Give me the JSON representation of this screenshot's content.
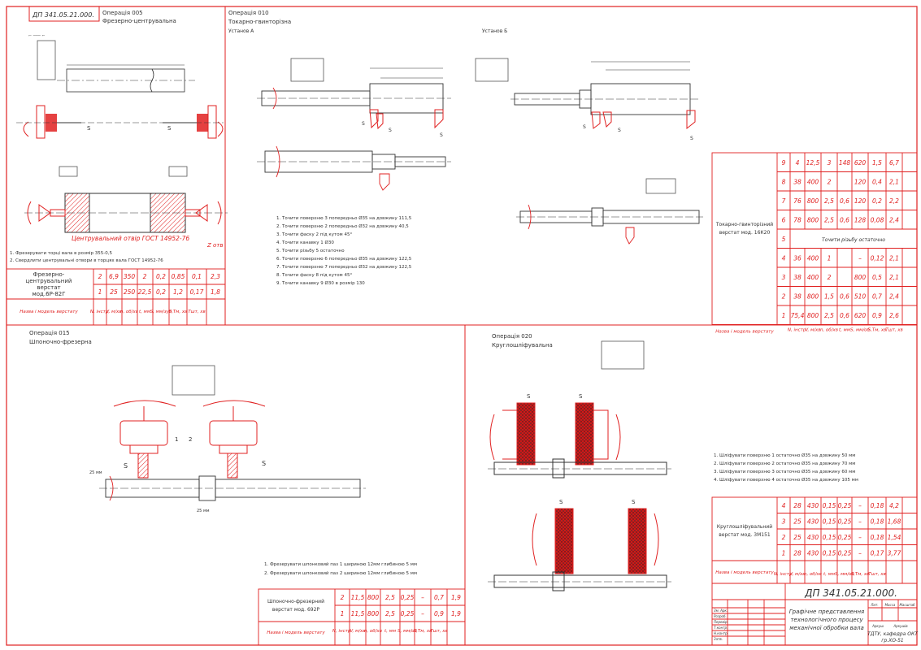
{
  "sheet": {
    "code": "ДП 341.05.21.000.",
    "title_lines": [
      "Графічне представлення",
      "технологічного процесу",
      "механічної обробки вала"
    ],
    "org_lines": [
      "ТДТУ, кафедра ОКТ",
      "гр.ХО-51"
    ],
    "stamp_small": [
      "Лит.",
      "Масса",
      "Масштаб"
    ],
    "stamp_rows": [
      "Зм. Арк.",
      "Розроб.",
      "Перевір.",
      "Т.контр.",
      "Н.контр.",
      "Затв."
    ],
    "stamp_sheet": [
      "Аркуш",
      "Аркушів"
    ],
    "corner_label": "ДП 341.05.21.000."
  },
  "op1": {
    "label": "Операція 005",
    "name": "Фрезерно-центрувальна",
    "note_centre": "Центрувальний отвір ГОСТ 14952-76",
    "steps": [
      "1. Фрезерувати торці вала в розмір 355-0,5",
      "2. Свердлити центрувальні отвори в торцях вала ГОСТ 14952-76"
    ],
    "machine": [
      "Фрезерно-",
      "центрувальний",
      "верстат",
      "мод.6Р-82Г"
    ],
    "header": [
      "Назва і модель верстату",
      "N, інстр.",
      "V, м/хв",
      "n, об/хв",
      "t, мм",
      "S, мм/зуб",
      "S,Тм, хв",
      "Тшт, хв"
    ],
    "rows": [
      [
        "2",
        "6,9",
        "350",
        "2",
        "0,2",
        "0,85",
        "0,1",
        "2,3"
      ],
      [
        "1",
        "25",
        "250",
        "22,5",
        "0,2",
        "1,2",
        "0,17",
        "1,8"
      ]
    ],
    "z_label": "Z отв"
  },
  "op2": {
    "label": "Операція 010",
    "name": "Токарно-гвинторізна",
    "install_a": "Установ А",
    "install_b": "Установ Б",
    "steps": [
      "1. Точити поверхню 3 попередньо Ø35 на довжину 111,5",
      "2. Точити поверхню 2 попередньо Ø32 на довжину 40,5",
      "3. Точити фаску 2 під кутом 45°",
      "4. Точити канавку 1 Ø30",
      "5. Точити різьбу 5 остаточно",
      "6. Точити поверхню 6 попередньо Ø35 на довжину 122,5",
      "7. Точити поверхню 7 попередньо Ø32 на довжину 122,5",
      "8. Точити фаску 8 під кутом 45°",
      "9. Точити канавку 9 Ø30 в розмір 130"
    ],
    "machine": [
      "Токарно-гвинторізний",
      "верстат мод. 16К20"
    ],
    "header": [
      "Назва і модель верстату",
      "N, інстр.",
      "V, м/хв",
      "n, об/хв",
      "t, мм",
      "S, мм/об",
      "S,Тм, хв",
      "Тшт, хв"
    ],
    "rows": [
      [
        "9",
        "4",
        "12,5",
        "3",
        "148",
        "620",
        "1,5",
        "6,7"
      ],
      [
        "8",
        "38",
        "400",
        "2",
        "",
        "120",
        "0,4",
        "2,1"
      ],
      [
        "7",
        "76",
        "800",
        "2,5",
        "0,6",
        "120",
        "0,2",
        "2,2"
      ],
      [
        "6",
        "78",
        "800",
        "2,5",
        "0,6",
        "128",
        "0,08",
        "2,4"
      ],
      [
        "5",
        "Точити різьбу остаточно",
        "",
        "",
        "",
        "",
        "",
        ""
      ],
      [
        "4",
        "36",
        "400",
        "1",
        "",
        "–",
        "0,12",
        "2,1"
      ],
      [
        "3",
        "38",
        "400",
        "2",
        "",
        "800",
        "0,5",
        "2,1"
      ],
      [
        "2",
        "38",
        "800",
        "1,5",
        "0,6",
        "510",
        "0,7",
        "2,4"
      ],
      [
        "1",
        "75,4",
        "800",
        "2,5",
        "0,6",
        "620",
        "0,9",
        "2,6"
      ]
    ]
  },
  "op3": {
    "label": "Операція 015",
    "name": "Шпоночно-фрезерна",
    "steps": [
      "1. Фрезерувати шпонковий паз 1 шириною 12мм глибиною 5 мм",
      "2. Фрезерувати шпонковий паз 2 шириною 12мм глибиною 5 мм"
    ],
    "machine": [
      "Шпоночно-фрезерний",
      "верстат мод. 692Р"
    ],
    "header": [
      "Назва і модель верстату",
      "N, інстр.",
      "V, м/хв",
      "n, об/хв",
      "t, мм",
      "S, мм/об",
      "S,Тм, хв",
      "Тшт, хв"
    ],
    "rows": [
      [
        "2",
        "11,5",
        "800",
        "2,5",
        "0,25",
        "–",
        "0,7",
        "1,9"
      ],
      [
        "1",
        "11,5",
        "800",
        "2,5",
        "0,25",
        "–",
        "0,9",
        "1,9"
      ]
    ]
  },
  "op4": {
    "label": "Операція 020",
    "name": "Круглошліфувальна",
    "steps": [
      "1. Шліфувати поверхню 1 остаточно Ø35 на довжину 50 мм",
      "2. Шліфувати поверхню 2 остаточно Ø35 на довжину 70 мм",
      "3. Шліфувати поверхню 3 остаточно Ø35 на довжину 60 мм",
      "4. Шліфувати поверхню 4 остаточно Ø35 на довжину 105 мм"
    ],
    "machine": [
      "Круглошліфувальний",
      "верстат мод. 3М151"
    ],
    "header": [
      "Назва і модель верстату",
      "N, інстр.",
      "V, м/хв",
      "n, об/хв",
      "t, мм",
      "S, мм/об",
      "S,Тм, хв",
      "Тшт, хв"
    ],
    "rows": [
      [
        "4",
        "28",
        "430",
        "0,15",
        "0,25",
        "–",
        "0,18",
        "4,2"
      ],
      [
        "3",
        "25",
        "430",
        "0,15",
        "0,25",
        "–",
        "0,18",
        "1,68"
      ],
      [
        "2",
        "25",
        "430",
        "0,15",
        "0,25",
        "–",
        "0,18",
        "1,54"
      ],
      [
        "1",
        "28",
        "430",
        "0,15",
        "0,25",
        "–",
        "0,17",
        "3,77"
      ]
    ]
  }
}
